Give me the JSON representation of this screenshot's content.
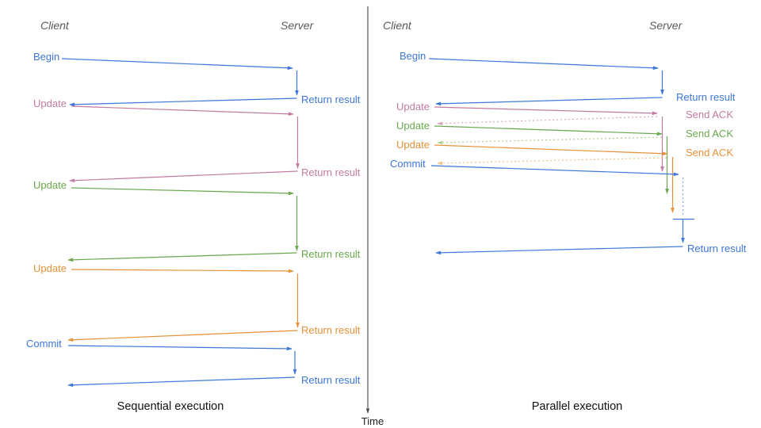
{
  "diagram": {
    "time_axis_label": "Time",
    "colors": {
      "blue": "#3d78d8",
      "magenta": "#c27ba0",
      "green": "#6aa84f",
      "orange": "#e69138",
      "header_gray": "#5b5b5b"
    },
    "left": {
      "title": "Sequential execution",
      "client_header": "Client",
      "server_header": "Server",
      "messages": [
        {
          "label": "Begin",
          "response": "Return result",
          "color": "blue"
        },
        {
          "label": "Update",
          "response": "Return result",
          "color": "magenta"
        },
        {
          "label": "Update",
          "response": "Return result",
          "color": "green"
        },
        {
          "label": "Update",
          "response": "Return result",
          "color": "orange"
        },
        {
          "label": "Commit",
          "response": "Return result",
          "color": "blue"
        }
      ]
    },
    "right": {
      "title": "Parallel execution",
      "client_header": "Client",
      "server_header": "Server",
      "messages": [
        {
          "label": "Begin",
          "response": "Return result",
          "color": "blue"
        },
        {
          "label": "Update",
          "response": "Send ACK",
          "color": "magenta"
        },
        {
          "label": "Update",
          "response": "Send ACK",
          "color": "green"
        },
        {
          "label": "Update",
          "response": "Send ACK",
          "color": "orange"
        },
        {
          "label": "Commit",
          "response": "Return result",
          "color": "blue"
        }
      ]
    }
  }
}
